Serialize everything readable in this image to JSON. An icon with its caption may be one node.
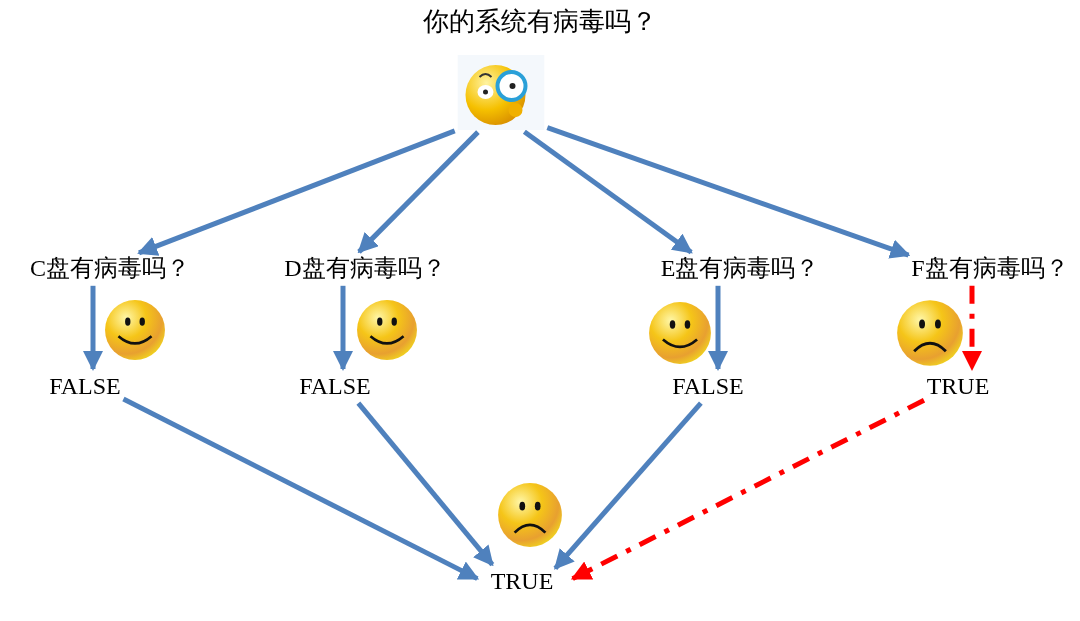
{
  "diagram": {
    "title": "你的系统有病毒吗？",
    "nodes": [
      {
        "text": [],
        "shape": "picture"
      },
      {
        "text": [
          "C盘有病毒吗？"
        ]
      },
      {
        "text": [
          "D盘有病毒吗？"
        ]
      },
      {
        "text": [
          "E盘有病毒吗？"
        ]
      },
      {
        "text": [
          "F盘有病毒吗？"
        ]
      },
      {
        "text": [
          "FALSE"
        ]
      },
      {
        "text": [
          "FALSE"
        ]
      },
      {
        "text": [
          "FALSE"
        ]
      },
      {
        "text": [
          "TRUE"
        ]
      },
      {
        "text": [
          "TRUE"
        ]
      }
    ],
    "edges": [
      {
        "from": 0,
        "to": 1,
        "arrow": "to"
      },
      {
        "from": 0,
        "to": 2,
        "arrow": "to"
      },
      {
        "from": 0,
        "to": 3,
        "arrow": "to"
      },
      {
        "from": 0,
        "to": 4,
        "arrow": "to"
      },
      {
        "from": 1,
        "to": 5,
        "arrow": "to"
      },
      {
        "from": 2,
        "to": 6,
        "arrow": "to"
      },
      {
        "from": 3,
        "to": 7,
        "arrow": "to"
      },
      {
        "from": 4,
        "to": 8,
        "arrow": "to",
        "style": "dashed",
        "color": "#ff0000"
      },
      {
        "from": 5,
        "to": 9,
        "arrow": "to"
      },
      {
        "from": 6,
        "to": 9,
        "arrow": "to"
      },
      {
        "from": 7,
        "to": 9,
        "arrow": "to"
      },
      {
        "from": 8,
        "to": 9,
        "arrow": "to",
        "style": "dashed",
        "color": "#ff0000"
      }
    ]
  }
}
